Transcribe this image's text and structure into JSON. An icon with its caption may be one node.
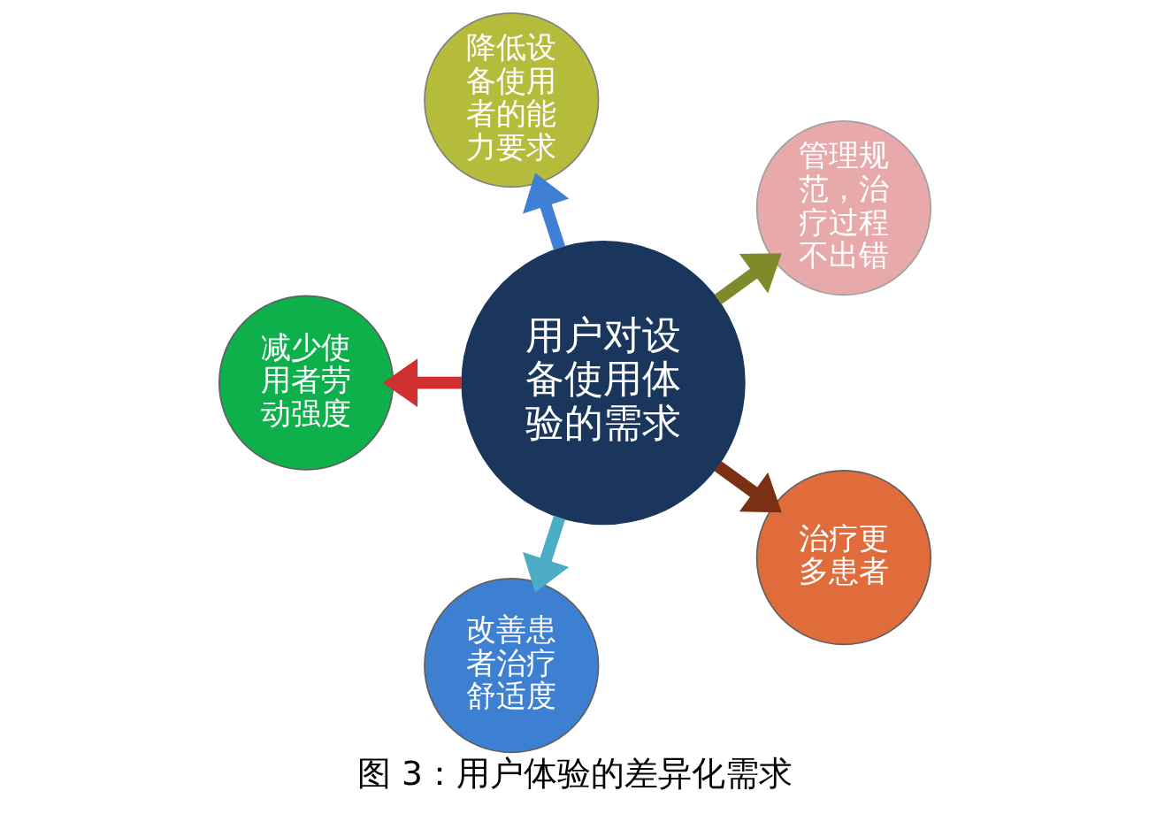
{
  "diagram": {
    "caption": "图 3：用户体验的差异化需求",
    "nodes": [
      {
        "text": [
          "用户对设备使用体验的需求"
        ]
      },
      {
        "text": [
          "管理规范，治疗过程不出错"
        ]
      },
      {
        "text": [
          "降低设备使用者的能力要求"
        ]
      },
      {
        "text": [
          "减少使用者劳动强度"
        ]
      },
      {
        "text": [
          "改善患者治疗舒适度"
        ]
      },
      {
        "text": [
          "治疗更多患者"
        ]
      }
    ],
    "edges": [
      {
        "from": 0,
        "to": 1,
        "arrow": "to",
        "color": "#7f8a2a"
      },
      {
        "from": 0,
        "to": 2,
        "arrow": "to",
        "color": "#3f7fd4"
      },
      {
        "from": 0,
        "to": 3,
        "arrow": "to",
        "color": "#d0302f"
      },
      {
        "from": 0,
        "to": 4,
        "arrow": "to",
        "color": "#4bacc6"
      },
      {
        "from": 0,
        "to": 5,
        "arrow": "to",
        "color": "#7b3014"
      }
    ]
  }
}
